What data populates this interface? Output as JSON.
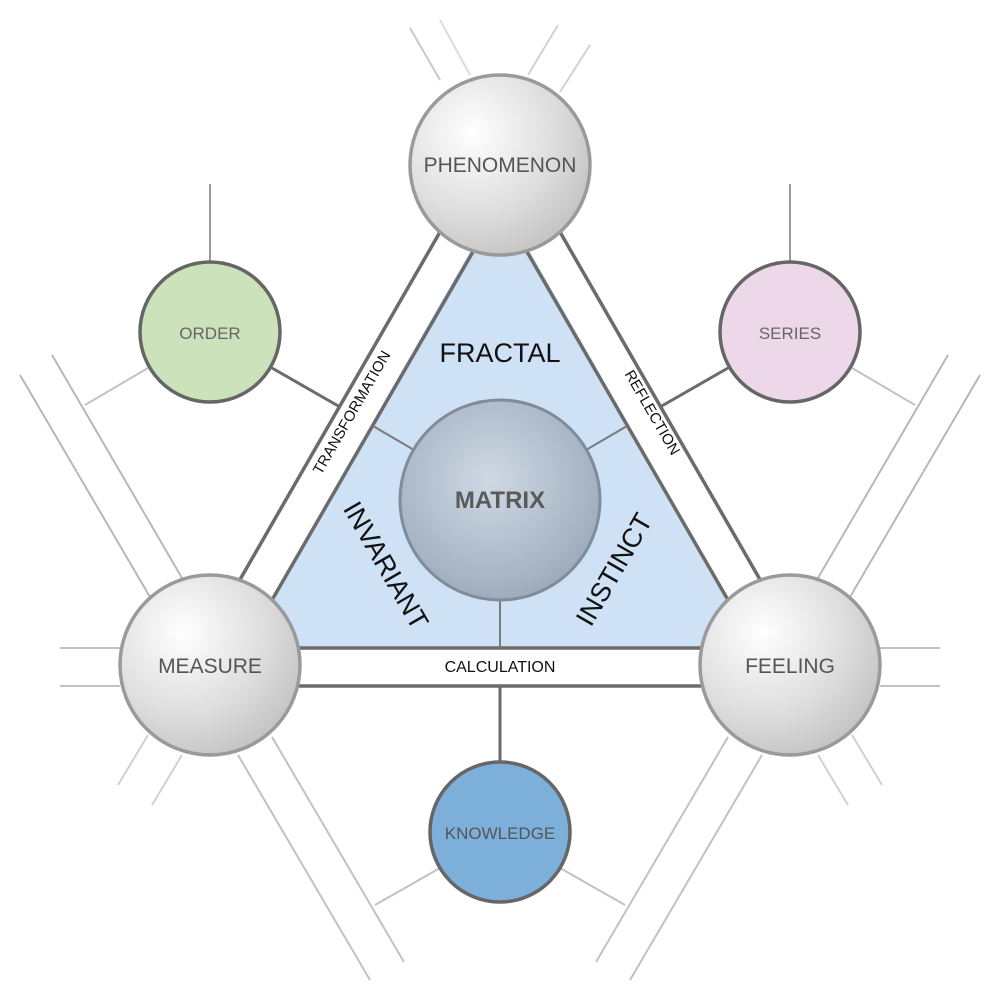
{
  "diagram": {
    "center": {
      "label": "MATRIX",
      "color": "#a9b8c9"
    },
    "vertices": {
      "top": {
        "label": "PHENOMENON"
      },
      "left": {
        "label": "MEASURE"
      },
      "right": {
        "label": "FEELING"
      }
    },
    "satellites": {
      "top_left": {
        "label": "ORDER",
        "color": "#cbe2bb"
      },
      "top_right": {
        "label": "SERIES",
        "color": "#edd8ea"
      },
      "bottom": {
        "label": "KNOWLEDGE",
        "color": "#7cb0db"
      }
    },
    "edges": {
      "left": "TRANSFORMATION",
      "right": "REFLECTION",
      "bottom": "CALCULATION"
    },
    "regions": {
      "top": "FRACTAL",
      "left": "INVARIANT",
      "right": "INSTINCT"
    },
    "colors": {
      "triangle_fill": "#cfe1f5",
      "stroke_dark": "#6b6b6b",
      "node_text": "#555555"
    }
  }
}
